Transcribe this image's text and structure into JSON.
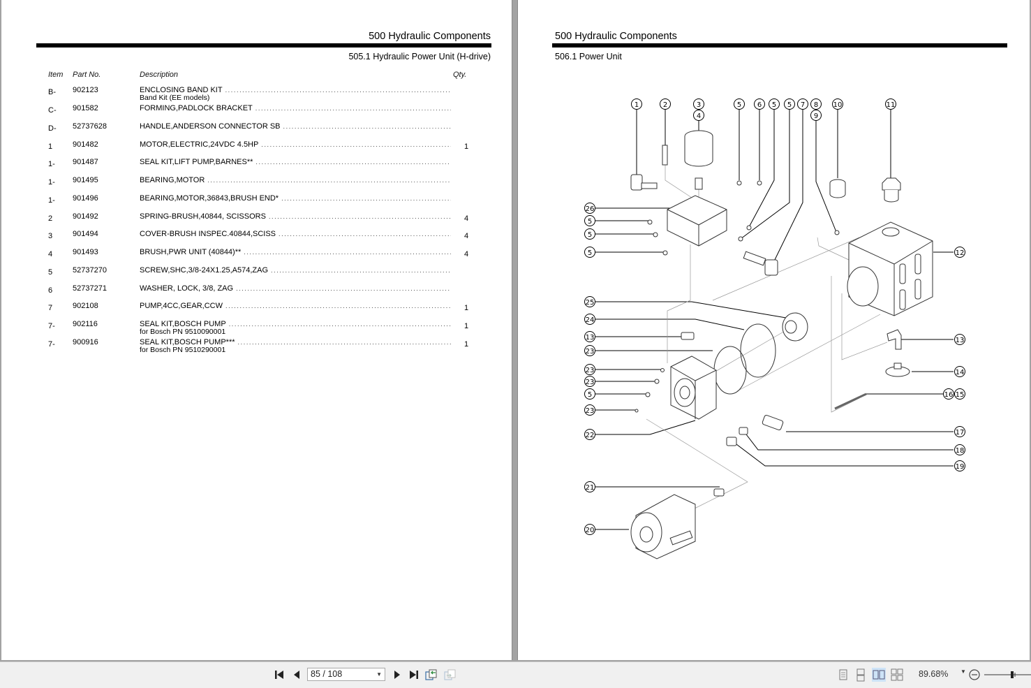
{
  "left_page": {
    "header_title": "500 Hydraulic Components",
    "subtitle": "505.1 Hydraulic Power Unit (H-drive)",
    "columns": {
      "item": "Item",
      "part_no": "Part No.",
      "description": "Description",
      "qty": "Qty."
    },
    "rows": [
      {
        "item": "B-",
        "part_no": "902123",
        "description": "ENCLOSING BAND KIT",
        "sub": "Band Kit (EE models)",
        "qty": ""
      },
      {
        "item": "C-",
        "part_no": "901582",
        "description": "FORMING,PADLOCK BRACKET",
        "sub": "",
        "qty": ""
      },
      {
        "item": "D-",
        "part_no": "52737628",
        "description": "HANDLE,ANDERSON CONNECTOR SB",
        "sub": "",
        "qty": ""
      },
      {
        "item": "1",
        "part_no": "901482",
        "description": "MOTOR,ELECTRIC,24VDC 4.5HP",
        "sub": "",
        "qty": "1"
      },
      {
        "item": "1-",
        "part_no": "901487",
        "description": "SEAL KIT,LIFT PUMP,BARNES**",
        "sub": "",
        "qty": ""
      },
      {
        "item": "1-",
        "part_no": "901495",
        "description": "BEARING,MOTOR",
        "sub": "",
        "qty": ""
      },
      {
        "item": "1-",
        "part_no": "901496",
        "description": "BEARING,MOTOR,36843,BRUSH END*",
        "sub": "",
        "qty": ""
      },
      {
        "item": "2",
        "part_no": "901492",
        "description": "SPRING-BRUSH,40844, SCISSORS",
        "sub": "",
        "qty": "4"
      },
      {
        "item": "3",
        "part_no": "901494",
        "description": "COVER-BRUSH INSPEC.40844,SCISS",
        "sub": "",
        "qty": "4"
      },
      {
        "item": "4",
        "part_no": "901493",
        "description": "BRUSH,PWR UNIT (40844)**",
        "sub": "",
        "qty": "4"
      },
      {
        "item": "5",
        "part_no": "52737270",
        "description": "SCREW,SHC,3/8-24X1.25,A574,ZAG",
        "sub": "",
        "qty": ""
      },
      {
        "item": "6",
        "part_no": "52737271",
        "description": "WASHER, LOCK, 3/8, ZAG",
        "sub": "",
        "qty": ""
      },
      {
        "item": "7",
        "part_no": "902108",
        "description": "PUMP,4CC,GEAR,CCW",
        "sub": "",
        "qty": "1"
      },
      {
        "item": "7-",
        "part_no": "902116",
        "description": "SEAL KIT,BOSCH PUMP",
        "sub": "for Bosch PN 9510090001",
        "qty": "1"
      },
      {
        "item": "7-",
        "part_no": "900916",
        "description": "SEAL KIT,BOSCH PUMP***",
        "sub": "for Bosch PN 9510290001",
        "qty": "1"
      }
    ]
  },
  "right_page": {
    "header_title": "500 Hydraulic Components",
    "subtitle": "506.1 Power Unit",
    "callouts": {
      "c1": "1",
      "c2": "2",
      "c3": "3",
      "c4": "4",
      "c5a": "5",
      "c6": "6",
      "c5b": "5",
      "c5c": "5",
      "c7": "7",
      "c8": "8",
      "c9": "9",
      "c10": "10",
      "c11": "11",
      "c26": "26",
      "c5d": "5",
      "c5e": "5",
      "c5f": "5",
      "c12": "12",
      "c25": "25",
      "c24": "24",
      "c13a": "13",
      "c23a": "23",
      "c23b": "23",
      "c23c": "23",
      "c5g": "5",
      "c23d": "23",
      "c22": "22",
      "c13b": "13",
      "c14": "14",
      "c16": "16",
      "c15": "15",
      "c17": "17",
      "c18": "18",
      "c19": "19",
      "c21": "21",
      "c20": "20"
    }
  },
  "toolbar": {
    "page_indicator": "85 / 108",
    "zoom_level": "89.68%",
    "icons": [
      "first-page-icon",
      "previous-page-icon",
      "next-page-icon",
      "last-page-icon",
      "previous-view-icon",
      "next-view-icon",
      "single-page-icon",
      "single-continuous-icon",
      "facing-pages-icon",
      "facing-continuous-icon",
      "zoom-out-icon"
    ]
  }
}
